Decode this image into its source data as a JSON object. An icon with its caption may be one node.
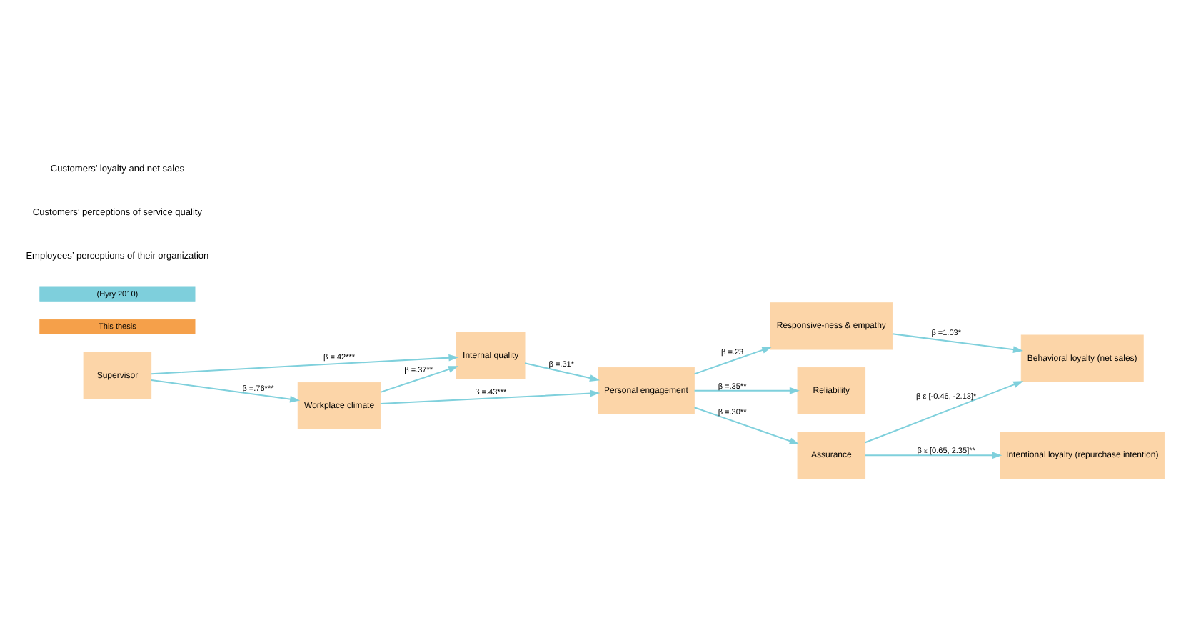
{
  "diagram": {
    "nodes": [
      {
        "text": [
          "Supervisor"
        ]
      },
      {
        "text": [
          "Internal quality"
        ]
      },
      {
        "text": [
          "Workplace climate"
        ]
      },
      {
        "text": [
          "Personal engagement"
        ]
      },
      {
        "text": [
          "Responsive-ness & empathy"
        ]
      },
      {
        "text": [
          "Reliability"
        ]
      },
      {
        "text": [
          "Assurance"
        ]
      },
      {
        "text": [
          "Intentional loyalty (repurchase intention)"
        ]
      },
      {
        "text": [
          "Behavioral loyalty (net sales)"
        ]
      },
      {
        "text": [
          "This thesis"
        ]
      },
      {
        "text": [
          "(Hyry 2010)"
        ]
      }
    ],
    "edges": [
      {
        "from": 0,
        "to": 1,
        "arrow": "to",
        "label": "β =.42***"
      },
      {
        "from": 0,
        "to": 2,
        "arrow": "to",
        "label": "β =.76***"
      },
      {
        "from": 2,
        "to": 1,
        "arrow": "to",
        "label": "β =.37**"
      },
      {
        "from": 1,
        "to": 3,
        "arrow": "to",
        "label": "β =.31*"
      },
      {
        "from": 2,
        "to": 3,
        "arrow": "to",
        "label": "β =.43***"
      },
      {
        "from": 3,
        "to": 4,
        "arrow": "to",
        "label": "β =.23"
      },
      {
        "from": 3,
        "to": 5,
        "arrow": "to",
        "label": "β =.35**"
      },
      {
        "from": 3,
        "to": 6,
        "arrow": "to",
        "label": "β =.30**"
      },
      {
        "from": 4,
        "to": 8,
        "arrow": "to",
        "label": "β =1.03*"
      },
      {
        "from": 6,
        "to": 7,
        "arrow": "to",
        "label": "β ε [0.65, 2.35]**"
      },
      {
        "from": 6,
        "to": 8,
        "arrow": "to",
        "label": "β ε [-0.46, -2.13]*"
      }
    ],
    "labels": [
      "Employees’ perceptions of their organization",
      "Customers’ perceptions of service quality",
      "Customers’ loyalty and net sales"
    ]
  }
}
